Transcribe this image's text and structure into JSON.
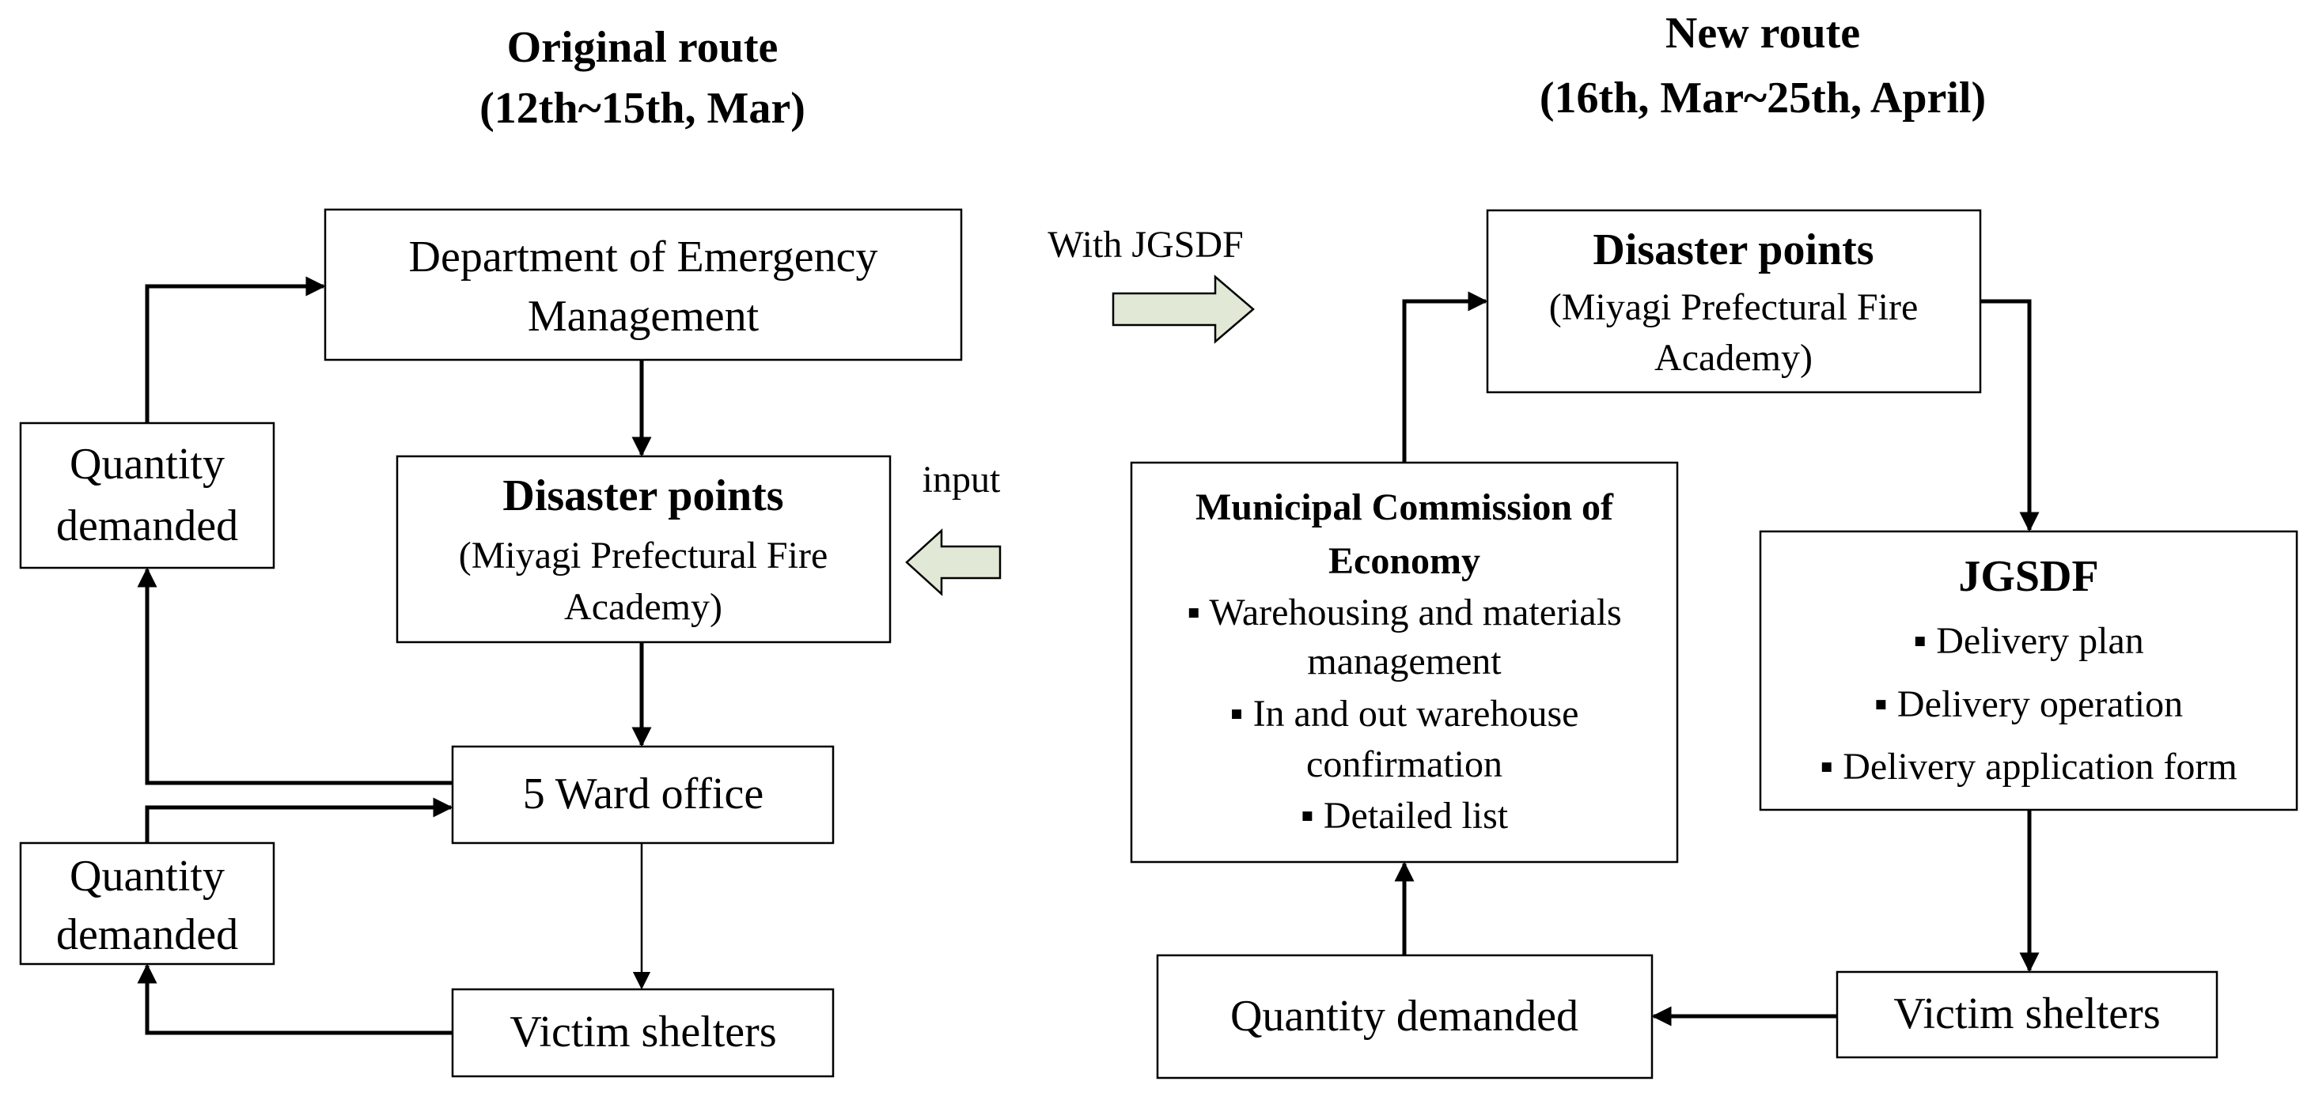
{
  "left": {
    "title_line1": "Original route",
    "title_line2": "(12th~15th, Mar)",
    "dem_line1": "Department of Emergency",
    "dem_line2": "Management",
    "disaster_title": "Disaster points",
    "disaster_sub1": "(Miyagi Prefectural Fire",
    "disaster_sub2": "Academy)",
    "ward_office": "5 Ward office",
    "victim_shelters": "Victim shelters",
    "qty_top_line1": "Quantity",
    "qty_top_line2": "demanded",
    "qty_bottom_line1": "Quantity",
    "qty_bottom_line2": "demanded"
  },
  "middle": {
    "with_label": "With JGSDF",
    "input_label": "input",
    "arrow_fill": "#e1e8d6"
  },
  "right": {
    "title_line1": "New route",
    "title_line2": "(16th, Mar~25th, April)",
    "disaster_title": "Disaster points",
    "disaster_sub1": "(Miyagi Prefectural Fire",
    "disaster_sub2": "Academy)",
    "commission_title1": "Municipal Commission of",
    "commission_title2": "Economy",
    "commission_items": [
      "▪ Warehousing and materials",
      "management",
      "▪ In and out warehouse",
      "confirmation",
      "▪ Detailed list"
    ],
    "jgsdf_title": "JGSDF",
    "jgsdf_items": [
      "▪ Delivery plan",
      "▪ Delivery operation",
      "▪ Delivery application form"
    ],
    "victim_shelters": "Victim shelters",
    "quantity_demanded": "Quantity demanded"
  }
}
